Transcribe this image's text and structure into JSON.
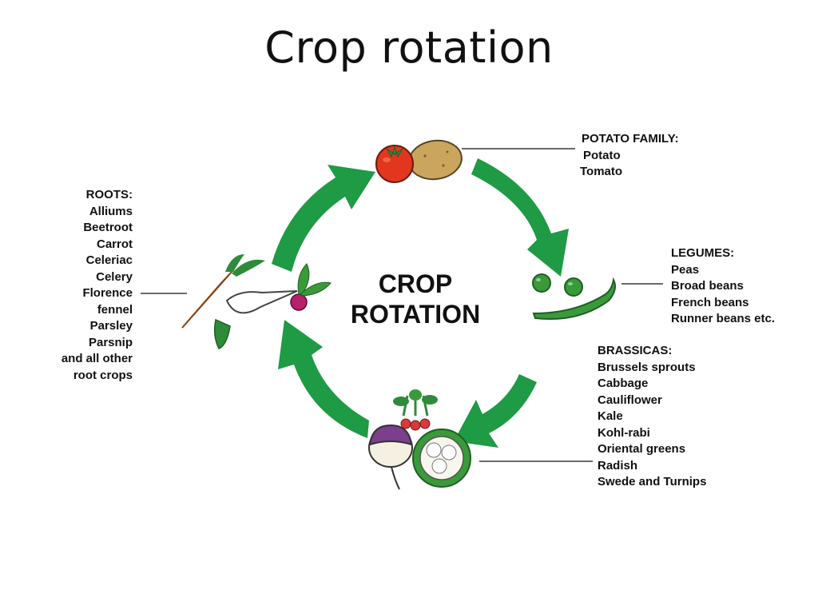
{
  "title": "Crop rotation",
  "center_label": {
    "line1": "CROP",
    "line2": "ROTATION"
  },
  "colors": {
    "arrow_green": "#1f9a45",
    "tomato_red": "#e2371f",
    "potato_tan": "#c9a55e",
    "pea_green": "#3a9a3a",
    "carrot_orange": "#ef7d22",
    "turnip_purple": "#7b3f8c",
    "leaf_green": "#2e8b3a"
  },
  "groups": {
    "potato": {
      "heading": "POTATO FAMILY:",
      "items": [
        "Potato",
        "Tomato"
      ]
    },
    "legumes": {
      "heading": "LEGUMES:",
      "items": [
        "Peas",
        "Broad beans",
        "French beans",
        "Runner beans etc."
      ]
    },
    "brassicas": {
      "heading": "BRASSICAS:",
      "items": [
        "Brussels sprouts",
        "Cabbage",
        "Cauliflower",
        "Kale",
        "Kohl-rabi",
        "Oriental greens",
        "Radish",
        "Swede and Turnips"
      ]
    },
    "roots": {
      "heading": "ROOTS:",
      "items": [
        "Alliums",
        "Beetroot",
        "Carrot",
        "Celeriac",
        "Celery",
        "Florence",
        "fennel",
        "Parsley",
        "Parsnip",
        "and all other",
        "root crops"
      ]
    }
  },
  "illustrations": [
    "tomato-icon",
    "potato-icon",
    "peas-icon",
    "pea-pod-icon",
    "turnip-icon",
    "radish-icon",
    "cauliflower-icon",
    "carrot-icon",
    "parsnip-icon",
    "beetroot-icon"
  ]
}
